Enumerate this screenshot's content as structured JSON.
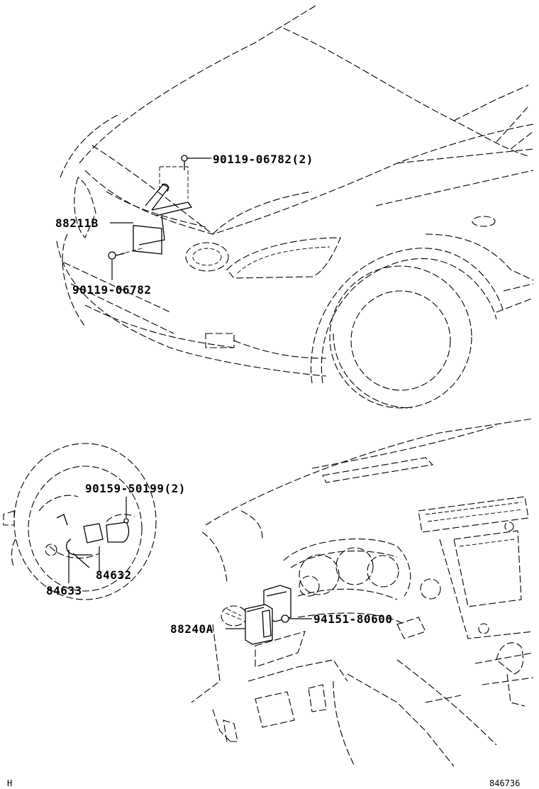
{
  "callouts": {
    "bolt_top": "90119-06782(2)",
    "sensor_front": "88211B",
    "bolt_lower": "90119-06782",
    "wheel_screw": "90159-50199(2)",
    "switch_a": "84632",
    "switch_b": "84633",
    "ecu_dash": "88240A",
    "clip_dash": "94151-80600"
  },
  "footer": {
    "corner_code": "H",
    "drawing_number": "846736"
  }
}
